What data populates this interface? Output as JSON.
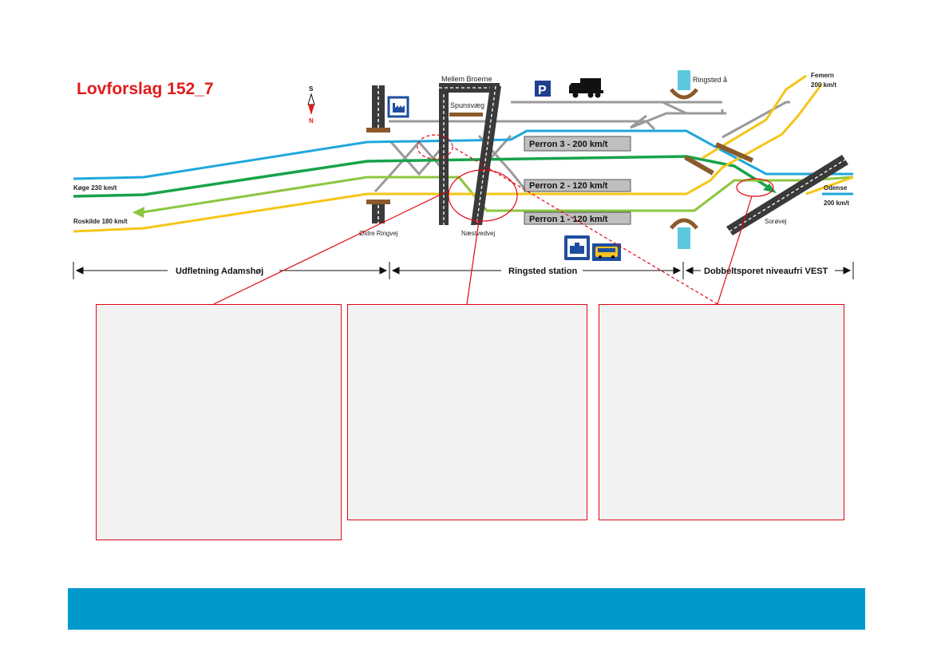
{
  "title": "Lovforslag 152_7",
  "compass": {
    "top": "S",
    "bottom": "N"
  },
  "platforms": [
    {
      "label": "Perron 3 - 200 km/t"
    },
    {
      "label": "Perron 2 - 120 km/t"
    },
    {
      "label": "Perron 1 - 120 km/t"
    }
  ],
  "places": {
    "mellem_broerne": "Mellem Broerne",
    "spunsvaeg": "Spunsvæg",
    "ringsted_aa": "Ringsted å",
    "femern": "Femern",
    "femern_speed": "200 km/t",
    "koge": "Køge 230 km/t",
    "roskilde": "Roskilde 180 km/t",
    "odense": "Odense",
    "odense_speed": "200 km/t",
    "ostre_ringvej": "Østre Ringvej",
    "naestvedvej": "Næstvedvej",
    "sorovej": "Sorøvej"
  },
  "sections": [
    {
      "label": "Udfletning Adamshøj"
    },
    {
      "label": "Ringsted station"
    },
    {
      "label": "Dobbeltsporet niveaufri VEST"
    }
  ],
  "icons": {
    "parking": "P"
  },
  "colors": {
    "blue_track": "#1ea7dc",
    "green_track": "#17a34a",
    "lightgreen_track": "#8cc63f",
    "yellow_track": "#f5c518",
    "grey_track": "#9a9a9a",
    "highlight": "#e30613",
    "footer": "#0099cc"
  }
}
